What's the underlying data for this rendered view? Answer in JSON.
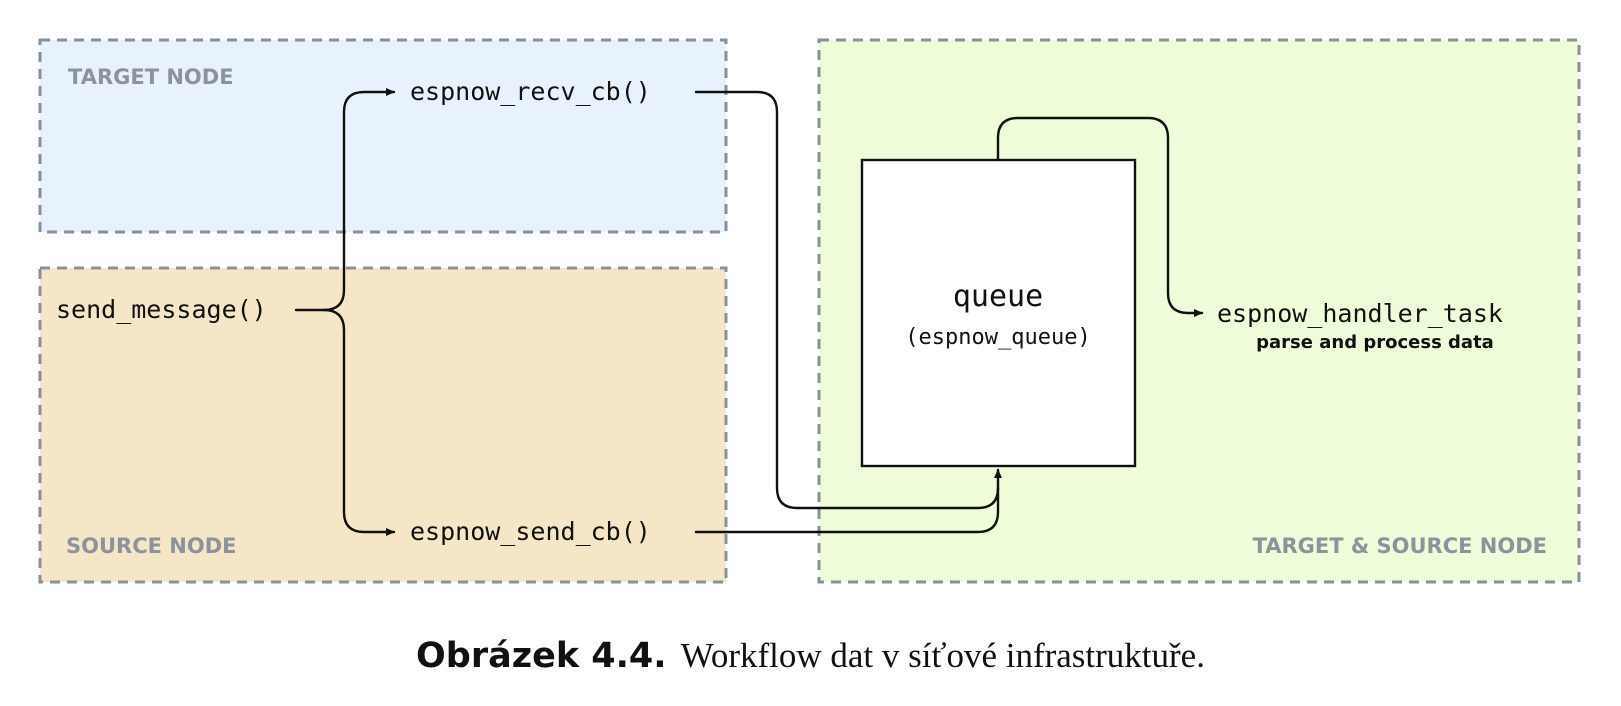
{
  "zones": {
    "target": {
      "label": "TARGET NODE",
      "fill": "#e8f2fd"
    },
    "source": {
      "label": "SOURCE NODE",
      "fill": "#f5e6c8"
    },
    "both": {
      "label": "TARGET & SOURCE NODE",
      "fill": "#eefcd9"
    }
  },
  "functions": {
    "send_message": "send_message()",
    "recv_cb": "espnow_recv_cb()",
    "send_cb": "espnow_send_cb()",
    "handler_task": "espnow_handler_task",
    "handler_note": "parse and process data"
  },
  "queue": {
    "title": "queue",
    "name": "(espnow_queue)"
  },
  "caption": {
    "figure": "Obrázek 4.4.",
    "text": "Workflow dat v síťové infrastruktuře."
  }
}
